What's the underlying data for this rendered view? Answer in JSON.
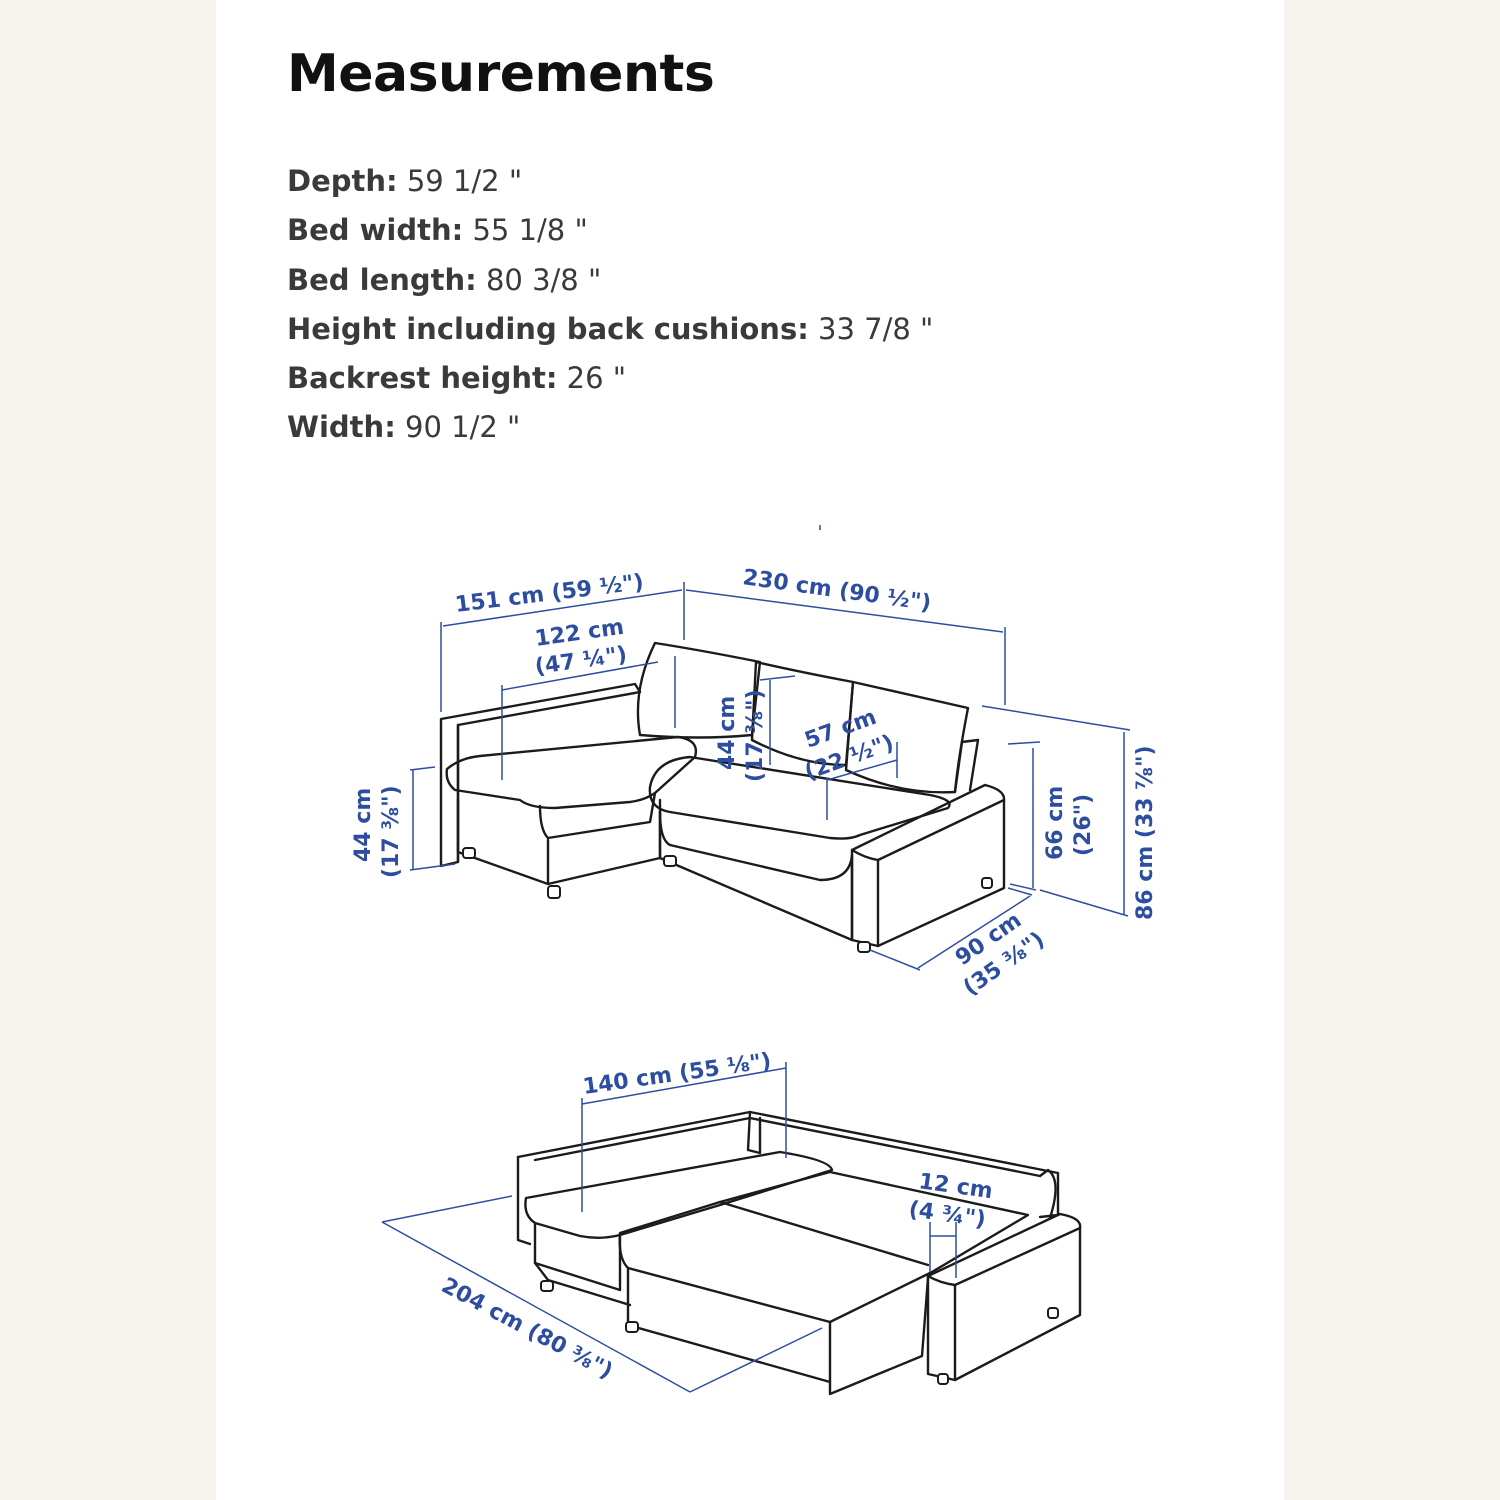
{
  "page": {
    "title": "Measurements"
  },
  "specs": [
    {
      "label": "Depth:",
      "value": " 59 1/2 \""
    },
    {
      "label": "Bed width:",
      "value": " 55 1/8 \""
    },
    {
      "label": "Bed length:",
      "value": " 80 3/8 \""
    },
    {
      "label": "Height including back cushions:",
      "value": " 33 7/8 \""
    },
    {
      "label": "Backrest height:",
      "value": " 26 \""
    },
    {
      "label": "Width:",
      "value": " 90 1/2 \""
    }
  ],
  "diagram": {
    "sofa": {
      "depth": {
        "cm": "151 cm (59 ½\")"
      },
      "width": {
        "cm": "230 cm (90 ½\")"
      },
      "chaise_width": {
        "cm": "122 cm",
        "in": "(47 ¼\")"
      },
      "seat_height": {
        "cm": "44 cm",
        "in": "(17 ⅜\")"
      },
      "back_cushion_height": {
        "cm": "44 cm",
        "in": "(17 ⅜\")"
      },
      "seat_depth": {
        "cm": "57 cm",
        "in": "(22 ½\")"
      },
      "backrest_height": {
        "cm": "66 cm",
        "in": "(26\")"
      },
      "total_height": {
        "cm": "86 cm (33 ⅞\")"
      },
      "arm_depth": {
        "cm": "90 cm",
        "in": "(35 ⅜\")"
      }
    },
    "bed": {
      "bed_width": {
        "cm": "140 cm (55 ⅛\")"
      },
      "gap": {
        "cm": "12 cm",
        "in": "(4 ¾\")"
      },
      "bed_length": {
        "cm": "204 cm (80 ⅜\")"
      }
    },
    "colors": {
      "dimension": "#2d4ea0",
      "line": "#1b1b1b"
    }
  }
}
